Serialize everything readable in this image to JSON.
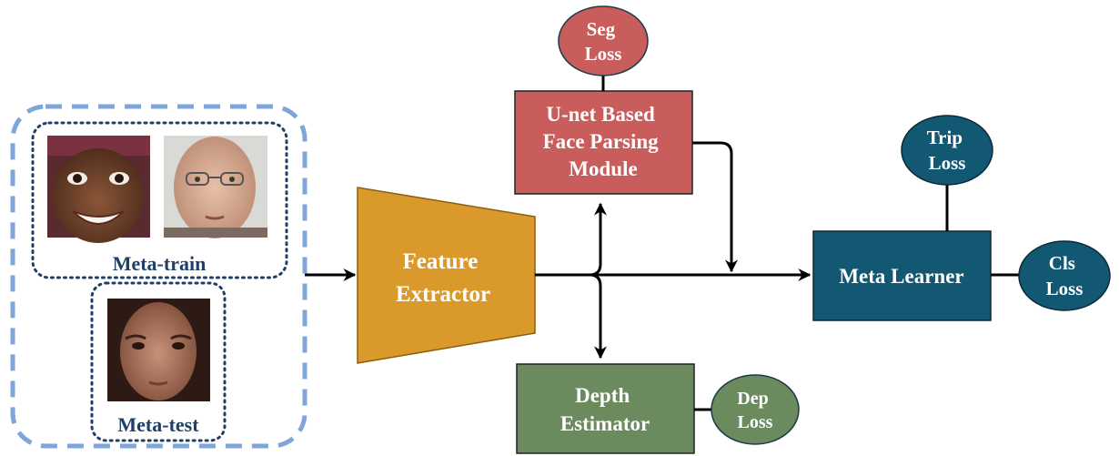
{
  "groups": {
    "meta_train": "Meta-train",
    "meta_test": "Meta-test"
  },
  "blocks": {
    "feature_extractor": [
      "Feature",
      "Extractor"
    ],
    "face_parsing": [
      "U-net Based",
      "Face Parsing",
      "Module"
    ],
    "depth_estimator": [
      "Depth",
      "Estimator"
    ],
    "meta_learner": "Meta Learner"
  },
  "losses": {
    "seg": [
      "Seg",
      "Loss"
    ],
    "trip": [
      "Trip",
      "Loss"
    ],
    "cls": [
      "Cls",
      "Loss"
    ],
    "dep": [
      "Dep",
      "Loss"
    ]
  },
  "faces": {
    "train_1": "face-photo",
    "train_2": "face-photo",
    "test_1": "face-photo"
  },
  "colors": {
    "outer_dash": "#7fa6d8",
    "group_dots": "#1f3f66",
    "group_label": "#1f3f66",
    "feature_extractor": "#d99a2b",
    "face_parsing": "#c95d5b",
    "seg_loss": "#c95d5b",
    "depth_estimator": "#6b8a5e",
    "dep_loss": "#6b8a5e",
    "meta_learner": "#125873",
    "trip_loss": "#125873",
    "cls_loss": "#125873",
    "arrow": "#000000",
    "block_text": "#ffffff"
  }
}
